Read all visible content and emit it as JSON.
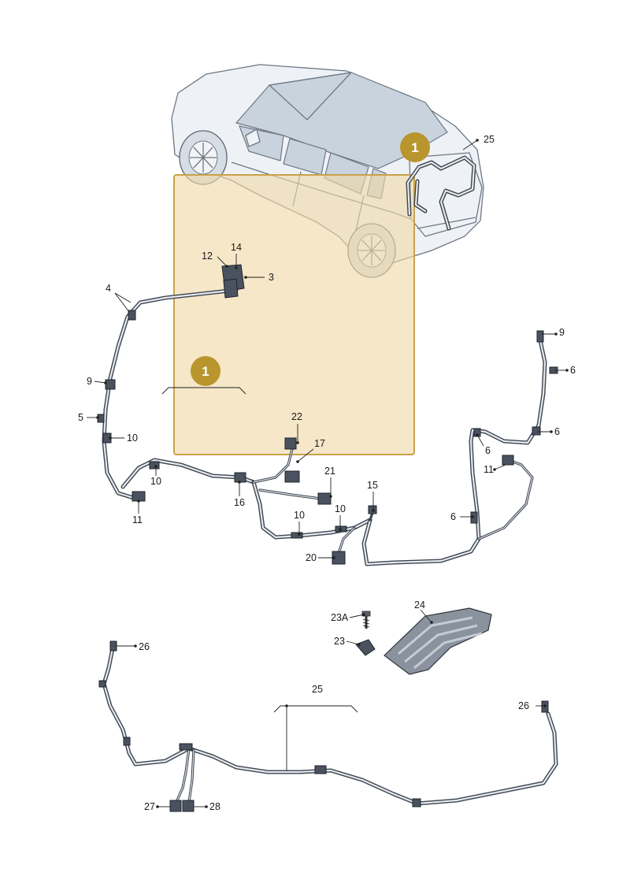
{
  "colors": {
    "highlight_fill": "#efd9a6",
    "highlight_border": "#c9a24a",
    "badge": "#b9952e",
    "harness": "#3d4550"
  },
  "badges": [
    {
      "id": "badge-car",
      "text": "1"
    },
    {
      "id": "badge-main",
      "text": "1"
    }
  ],
  "callouts": {
    "c25_top": "25",
    "c14": "14",
    "c12": "12",
    "c3": "3",
    "c4": "4",
    "c9_left": "9",
    "c5": "5",
    "c10_a": "10",
    "c10_b": "10",
    "c11_left": "11",
    "c22": "22",
    "c17": "17",
    "c21": "21",
    "c16": "16",
    "c15": "15",
    "c10_c": "10",
    "c10_d": "10",
    "c20": "20",
    "c9_right": "9",
    "c6_a": "6",
    "c6_b": "6",
    "c6_c": "6",
    "c11_right": "11",
    "c6_d": "6",
    "c24": "24",
    "c23A": "23A",
    "c23": "23",
    "c26_left": "26",
    "c25_bottom": "25",
    "c26_right": "26",
    "c27": "27",
    "c28": "28"
  }
}
